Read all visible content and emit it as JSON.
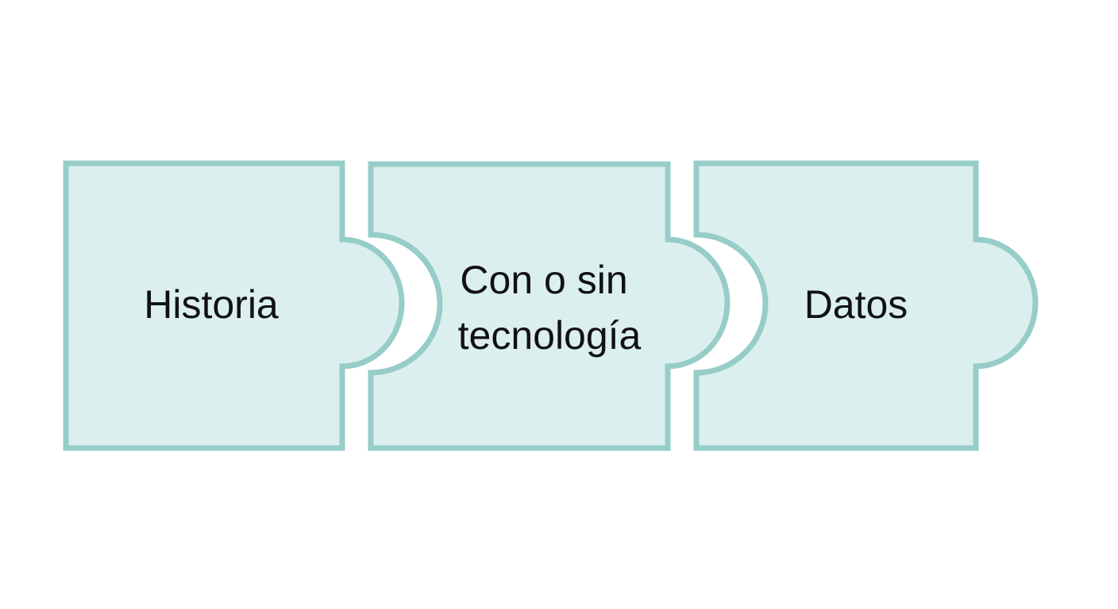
{
  "diagram": {
    "type": "puzzle-chain",
    "pieces": [
      {
        "id": "piece-1",
        "lines": [
          "Historia"
        ]
      },
      {
        "id": "piece-2",
        "lines": [
          "Con o sin",
          "tecnología"
        ]
      },
      {
        "id": "piece-3",
        "lines": [
          "Datos"
        ]
      }
    ]
  },
  "colors": {
    "fill": "#dcefef",
    "stroke": "#96cdc8",
    "gap": "#ffffff",
    "text": "#111111"
  }
}
